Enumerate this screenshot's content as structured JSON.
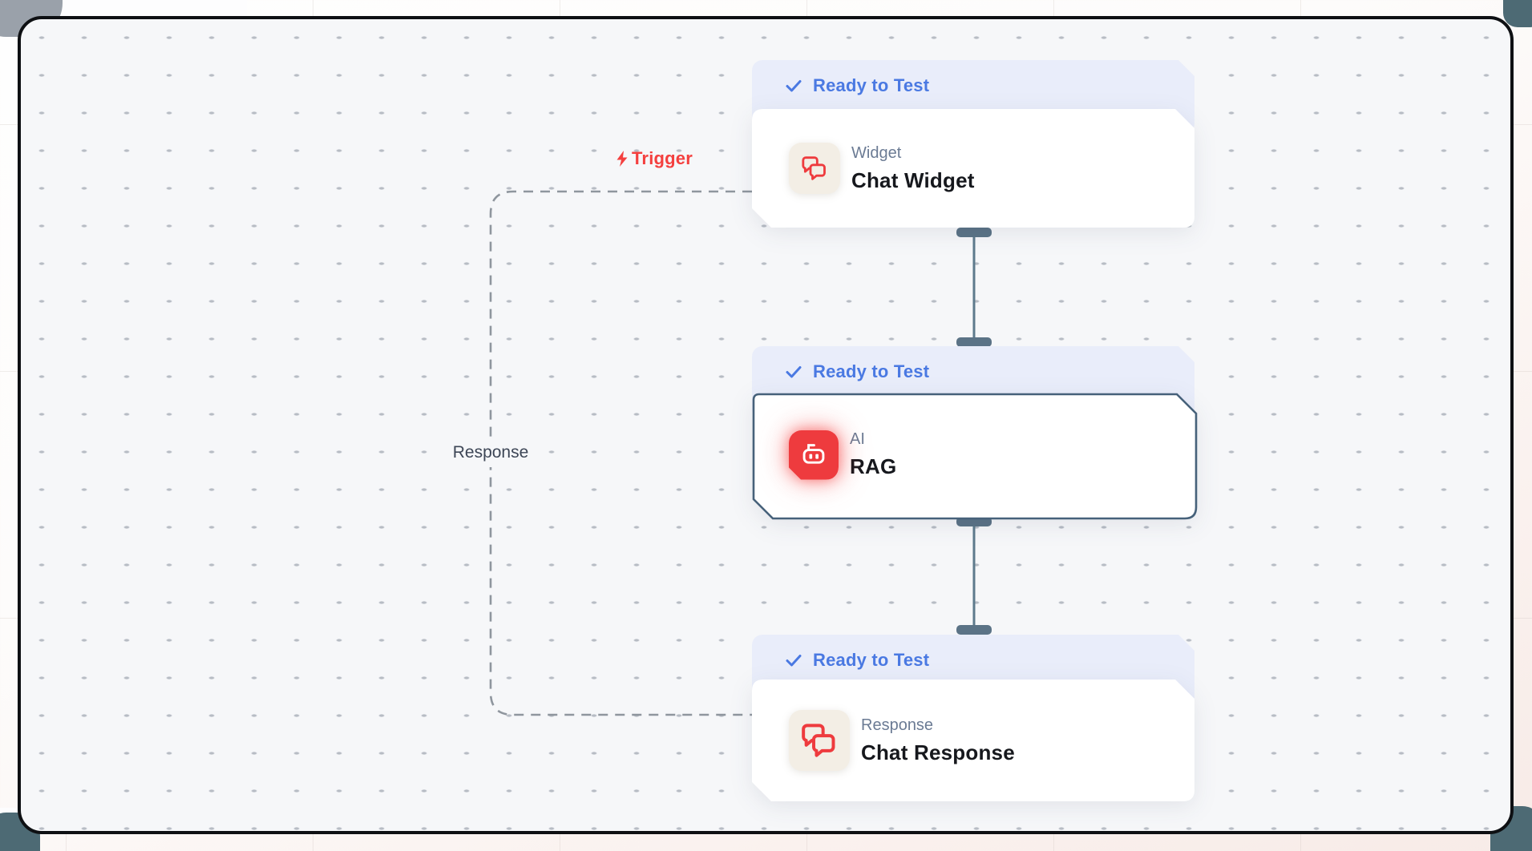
{
  "canvas": {
    "trigger_label": "Trigger",
    "response_label": "Response"
  },
  "nodes": [
    {
      "status": "Ready to Test",
      "subtitle": "Widget",
      "title": "Chat Widget",
      "icon": "chat-bubbles-icon",
      "selected": false
    },
    {
      "status": "Ready to Test",
      "subtitle": "AI",
      "title": "RAG",
      "icon": "robot-icon",
      "selected": true
    },
    {
      "status": "Ready to Test",
      "subtitle": "Response",
      "title": "Chat Response",
      "icon": "chat-bubbles-icon",
      "selected": false
    }
  ],
  "colors": {
    "canvas_bg": "#f6f7f9",
    "frame_border": "#0e1013",
    "badge_bg": "#e9edfa",
    "badge_text": "#4a79e2",
    "card_bg": "#ffffff",
    "selected_border": "#46617a",
    "connector": "#5d7a8c",
    "dashed_edge": "#8f969e",
    "trigger_red": "#f4403f",
    "icon_red": "#ee3b3e",
    "subtitle_gray": "#6b7b94",
    "title_dark": "#16181d"
  }
}
